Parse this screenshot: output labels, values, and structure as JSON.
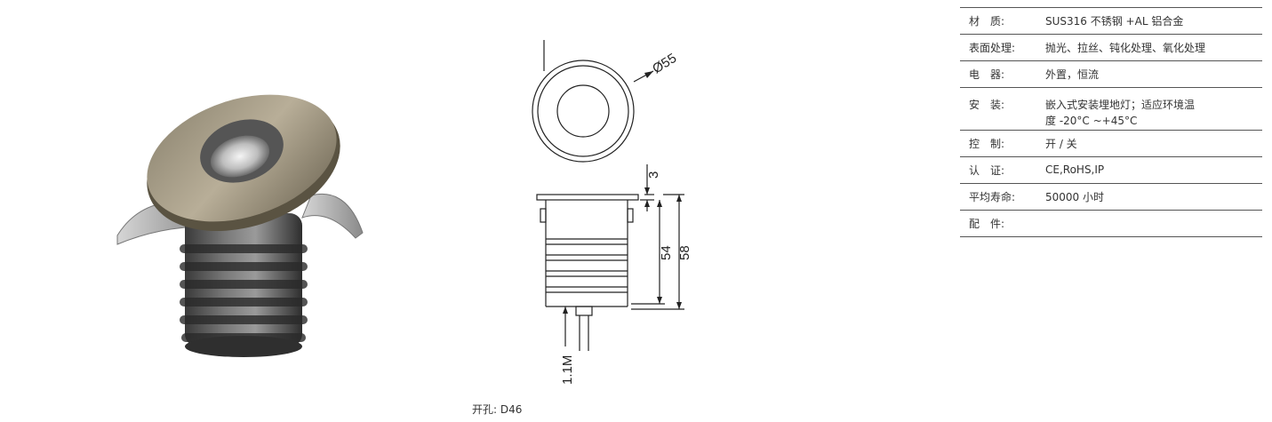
{
  "specs": [
    {
      "key": "材　质:",
      "value": "SUS316 不锈钢 +AL 铝合金"
    },
    {
      "key": "表面处理:",
      "value": "抛光、拉丝、钝化处理、氧化处理"
    },
    {
      "key": "电　器:",
      "value": "外置，恒流"
    },
    {
      "key": "安　装:",
      "value": "嵌入式安装埋地灯；适应环境温",
      "value2": "度 -20°C ~+45°C"
    },
    {
      "key": "控　制:",
      "value": "开 / 关"
    },
    {
      "key": "认　证:",
      "value": "CE,RoHS,IP"
    },
    {
      "key": "平均寿命:",
      "value": "50000 小时"
    },
    {
      "key": "配　件:",
      "value": ""
    }
  ],
  "drawing": {
    "diameter_label": "Ø55",
    "flange_label": "3",
    "body_height_label": "54",
    "total_height_label": "58",
    "cable_label": "1.1M"
  },
  "cutout": "开孔: D46"
}
